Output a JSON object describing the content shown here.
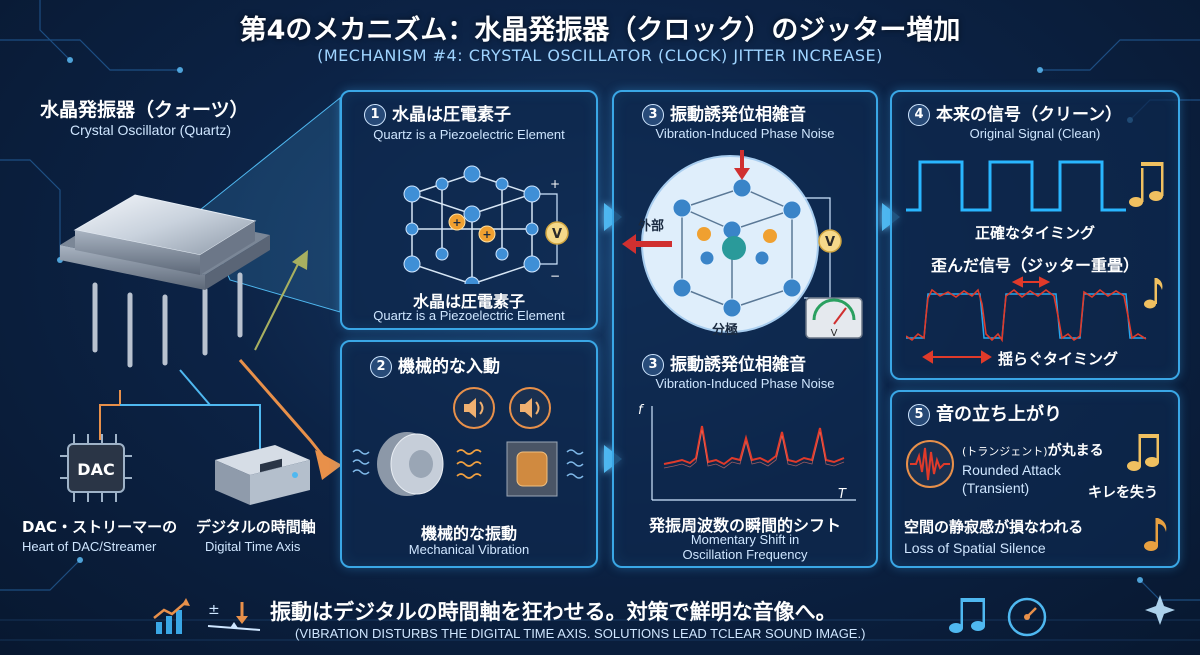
{
  "header": {
    "title": "第4のメカニズム：水晶発振器（クロック）のジッター増加",
    "subtitle": "(MECHANISM #4: CRYSTAL OSCILLATOR (CLOCK) JITTER INCREASE)"
  },
  "left": {
    "title_jp": "水晶発振器（クォーツ）",
    "title_en": "Crystal Oscillator (Quartz)",
    "dac_chip_label": "DAC",
    "dac_caption_jp": "DAC・ストリーマーの",
    "dac_caption_en": "Heart of DAC/Streamer",
    "time_caption_jp": "デジタルの時間軸",
    "time_caption_en": "Digital Time Axis"
  },
  "panel1": {
    "number": "1",
    "title_jp": "水晶は圧電素子",
    "title_en": "Quartz is a Piezoelectric Element",
    "caption_jp": "水晶は圧電素子",
    "caption_en": "Quartz is a Piezoelectric Element",
    "volt_label": "V",
    "plus_label": "+",
    "minus_label": "−"
  },
  "panel2": {
    "number": "2",
    "title_jp": "機械的な入動",
    "caption_jp": "機械的な振動",
    "caption_en": "Mechanical Vibration"
  },
  "panel3": {
    "number": "3",
    "title_jp": "振動誘発位相雑音",
    "title_en": "Vibration-Induced Phase Noise",
    "external_label": "外部",
    "bottom_label": "分極",
    "volt_label": "V",
    "meter_label": "V",
    "number_b": "3",
    "title_b_jp": "振動誘発位相雑音",
    "title_b_en": "Vibration-Induced Phase Noise",
    "axis_f": "f",
    "axis_t": "T",
    "caption_jp": "発振周波数の瞬間的シフト",
    "caption_en_1": "Momentary Shift in",
    "caption_en_2": "Oscillation Frequency"
  },
  "panel4": {
    "number": "4",
    "title_jp": "本来の信号（クリーン）",
    "title_en": "Original Signal (Clean)",
    "clean_caption": "正確なタイミング",
    "distorted_title": "歪んだ信号（ジッター重畳）",
    "distorted_caption": "揺らぐタイミング"
  },
  "panel5": {
    "number": "5",
    "title_jp": "音の立ち上がり",
    "transient_small": "(トランジェント)",
    "transient_jp": "が丸まる",
    "transient_en_1": "Rounded Attack",
    "transient_en_2": "(Transient)",
    "sharp_loss": "キレを失う",
    "silence_jp": "空間の静寂感が損なわれる",
    "silence_en": "Loss of Spatial Silence"
  },
  "footer": {
    "main_jp": "振動はデジタルの時間軸を狂わせる。対策で鮮明な音像へ。",
    "main_en": "(VIBRATION DISTURBS THE DIGITAL TIME AXIS. SOLUTIONS LEAD TCLEAR SOUND IMAGE.)"
  },
  "colors": {
    "accent": "#3aa7e6",
    "signal_clean": "#29b6ff",
    "signal_jitter": "#e03a2a",
    "arrow_orange": "#e8904a",
    "music_note": "#f0c060"
  }
}
